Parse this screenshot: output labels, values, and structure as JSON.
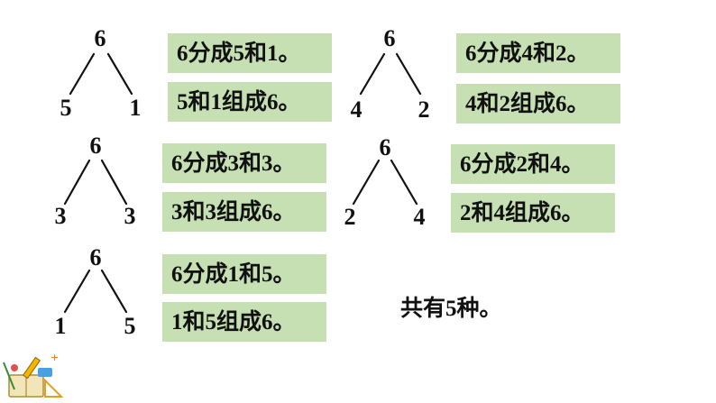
{
  "groups": [
    {
      "top": "6",
      "left": "5",
      "right": "1",
      "split": "6分成5和1。",
      "compose": "5和1组成6。"
    },
    {
      "top": "6",
      "left": "4",
      "right": "2",
      "split": "6分成4和2。",
      "compose": "4和2组成6。"
    },
    {
      "top": "6",
      "left": "3",
      "right": "3",
      "split": "6分成3和3。",
      "compose": "3和3组成6。"
    },
    {
      "top": "6",
      "left": "2",
      "right": "4",
      "split": "6分成2和4。",
      "compose": "2和4组成6。"
    },
    {
      "top": "6",
      "left": "1",
      "right": "5",
      "split": "6分成1和5。",
      "compose": "1和5组成6。"
    }
  ],
  "summary": "共有5种。",
  "colors": {
    "box_fill": "#c6e0b4",
    "text": "#111111",
    "line": "#111111"
  },
  "decoration": "stationery-clipart"
}
